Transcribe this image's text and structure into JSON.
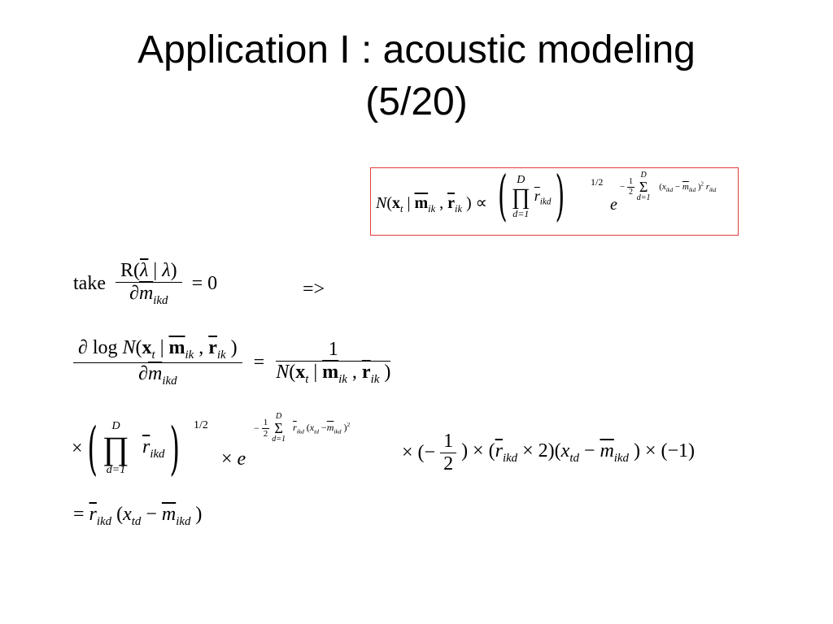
{
  "title": {
    "line1": "Application I : acoustic modeling",
    "line2": "(5/20)"
  },
  "boxed_formula": {
    "lhs": "N(x_t | m̄_ik , r̄_ik) ∝",
    "product_upper": "D",
    "product_lower": "d=1",
    "product_term": "r̄_ikd",
    "exponent_power": "1/2",
    "exp_base": "e",
    "exponent": "−1/2 Σ_{d=1}^{D} (x_ikd − m̄_ikd)^2 r_ikd"
  },
  "derivation": {
    "take_word": "take",
    "take_numerator": "R(λ̄ | λ)",
    "take_denominator": "∂m̄_ikd",
    "take_rhs": "= 0",
    "implies": "=>",
    "line2_numerator": "∂ log N(x_t | m̄_ik , r̄_ik)",
    "line2_denominator": "∂m̄_ikd",
    "line2_equals": "=",
    "line2_rhs_numerator": "1",
    "line2_rhs_denominator": "N(x_t | m̄_ik , r̄_ik)",
    "line3": "× (∏_{d=1}^{D} r̄_ikd)^{1/2} × e^{−1/2 Σ_{d=1}^{D} r̄_ikd (x_td − m̄_ikd)^2} × (− 1/2) × (r̄_ikd × 2)(x_td − m̄_ikd) × (−1)",
    "line4": "= r̄_ikd (x_td − m̄_ikd)"
  }
}
